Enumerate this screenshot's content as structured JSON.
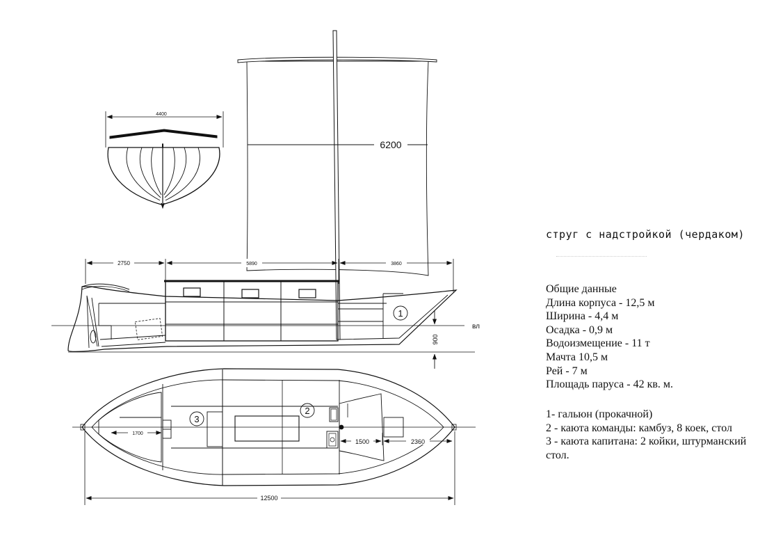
{
  "title": "струг с надстройкой (чердаком)",
  "specs": {
    "heading": "Общие данные",
    "items": [
      "Длина корпуса - 12,5 м",
      "Ширина - 4,4 м",
      "Осадка  - 0,9 м",
      "Водоизмещение - 11 т",
      "Мачта 10,5 м",
      "Рей - 7 м",
      "Площадь паруса - 42 кв.  м."
    ]
  },
  "legend": [
    "1- гальюн (прокачной)",
    "2 - каюта команды:  камбуз, 8 коек, стол",
    "3 - каюта капитана: 2 койки, штурманский стол."
  ],
  "dimensions": {
    "hull_width": "4400",
    "sail_height": "6200",
    "stern_length": "2750",
    "mid_length": "5890",
    "bow_length": "3860",
    "draft": "900",
    "captain_cabin": "1700",
    "cabin_gap": "1500",
    "bow_gap": "2360",
    "total_length": "12500"
  },
  "labels": {
    "waterline": "вл",
    "marker_1": "1",
    "marker_2": "2",
    "marker_3": "3"
  }
}
